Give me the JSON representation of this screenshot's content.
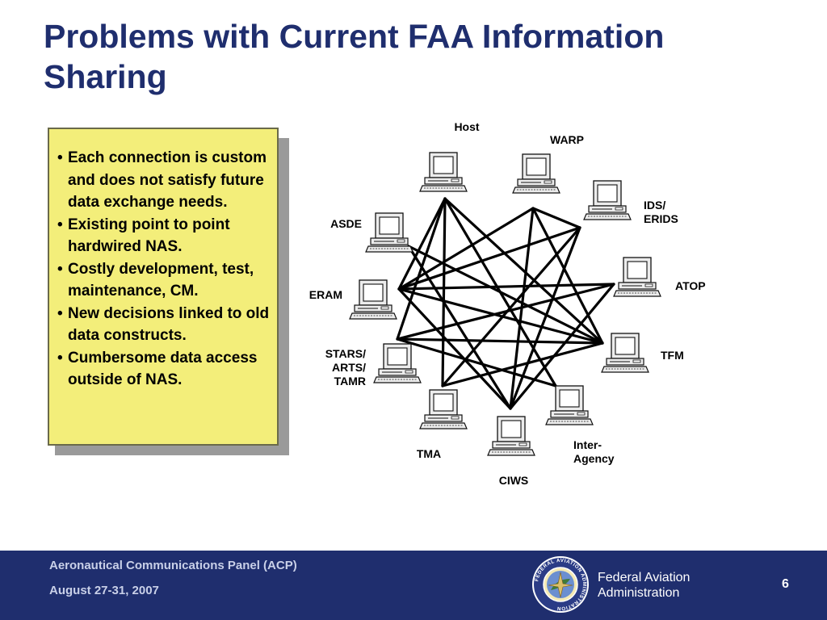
{
  "slide": {
    "title_line1": "Problems with Current FAA Information",
    "title_line2": "Sharing",
    "page_number": "6"
  },
  "bullets": [
    "Each connection is custom and does not satisfy future data exchange needs.",
    "Existing point to point hardwired NAS.",
    "Costly development, test, maintenance, CM.",
    "New decisions linked to old data constructs.",
    "Cumbersome data access outside of NAS."
  ],
  "diagram": {
    "icon": "computer-terminal-icon",
    "line_color": "#000000",
    "nodes": [
      {
        "id": "host",
        "label": [
          "Host"
        ]
      },
      {
        "id": "warp",
        "label": [
          "WARP"
        ]
      },
      {
        "id": "ids-erids",
        "label": [
          "IDS/",
          "ERIDS"
        ]
      },
      {
        "id": "atop",
        "label": [
          "ATOP"
        ]
      },
      {
        "id": "tfm",
        "label": [
          "TFM"
        ]
      },
      {
        "id": "inter-agency",
        "label": [
          "Inter-",
          "Agency"
        ]
      },
      {
        "id": "ciws",
        "label": [
          "CIWS"
        ]
      },
      {
        "id": "tma",
        "label": [
          "TMA"
        ]
      },
      {
        "id": "stars",
        "label": [
          "STARS/",
          "ARTS/",
          "TAMR"
        ]
      },
      {
        "id": "eram",
        "label": [
          "ERAM"
        ]
      },
      {
        "id": "asde",
        "label": [
          "ASDE"
        ]
      }
    ],
    "connections": [
      [
        "host",
        "tfm"
      ],
      [
        "host",
        "inter-agency"
      ],
      [
        "host",
        "eram"
      ],
      [
        "host",
        "stars"
      ],
      [
        "warp",
        "ids-erids"
      ],
      [
        "warp",
        "tfm"
      ],
      [
        "warp",
        "ciws"
      ],
      [
        "warp",
        "eram"
      ],
      [
        "ids-erids",
        "eram"
      ],
      [
        "ids-erids",
        "tma"
      ],
      [
        "ids-erids",
        "ciws"
      ],
      [
        "atop",
        "eram"
      ],
      [
        "atop",
        "stars"
      ],
      [
        "atop",
        "ciws"
      ],
      [
        "tfm",
        "eram"
      ],
      [
        "tfm",
        "asde"
      ],
      [
        "tfm",
        "stars"
      ],
      [
        "tfm",
        "tma"
      ],
      [
        "ciws",
        "eram"
      ],
      [
        "ciws",
        "asde"
      ],
      [
        "inter-agency",
        "stars"
      ],
      [
        "tma",
        "host"
      ]
    ]
  },
  "footer": {
    "line1": "Aeronautical Communications Panel (ACP)",
    "line2": "August 27-31,  2007",
    "org_line1": "Federal Aviation",
    "org_line2": "Administration",
    "seal_icon": "faa-seal-icon",
    "seal_text": "FEDERAL AVIATION ADMINISTRATION",
    "bg_color": "#1f2e6e",
    "title_color": "#1f2e6e",
    "note_color": "#f3ee7a"
  }
}
